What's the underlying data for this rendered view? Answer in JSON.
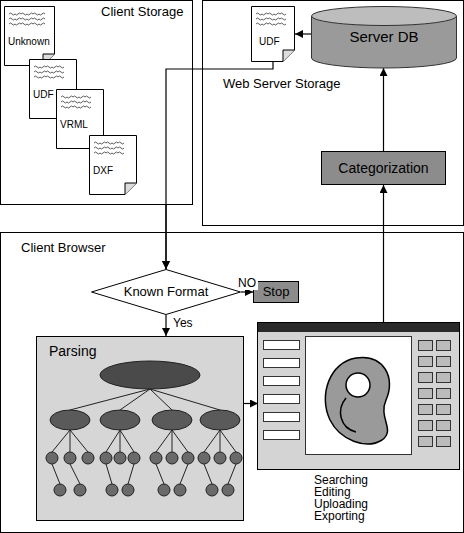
{
  "diagram": {
    "nodes": [
      {
        "text": [
          "Client Storage"
        ]
      },
      {
        "text": [
          "Unknown"
        ],
        "in": 0
      },
      {
        "text": [
          "UDF"
        ],
        "in": 0
      },
      {
        "text": [
          "VRML"
        ],
        "in": 0
      },
      {
        "text": [
          "DXF"
        ],
        "in": 0
      },
      {
        "text": [
          "Web Server Storage"
        ]
      },
      {
        "text": [
          "UDF"
        ],
        "in": 5
      },
      {
        "text": [
          "Server DB"
        ],
        "in": 5
      },
      {
        "text": [
          "Categorization"
        ],
        "in": 5
      },
      {
        "text": [
          "Client Browser"
        ]
      },
      {
        "text": [
          "Known Format"
        ],
        "in": 9
      },
      {
        "text": [
          "Stop"
        ],
        "in": 9
      },
      {
        "text": [
          "Parsing"
        ],
        "in": 9
      },
      {
        "text": [
          "Searching Editing Uploading Exporting"
        ],
        "in": 9
      }
    ],
    "edges": [
      {
        "from": 7,
        "to": 6,
        "arrow": "to"
      },
      {
        "from": 8,
        "to": 7,
        "arrow": "to"
      },
      {
        "from": 13,
        "to": 8,
        "arrow": "to"
      },
      {
        "from": 6,
        "to": 10,
        "arrow": "to"
      },
      {
        "from": 0,
        "to": 10,
        "arrow": "to"
      },
      {
        "from": 10,
        "to": 11,
        "label": "NO",
        "arrow": "to"
      },
      {
        "from": 10,
        "to": 12,
        "label": "Yes",
        "arrow": "to"
      },
      {
        "from": 12,
        "to": 13,
        "arrow": "to"
      }
    ]
  }
}
